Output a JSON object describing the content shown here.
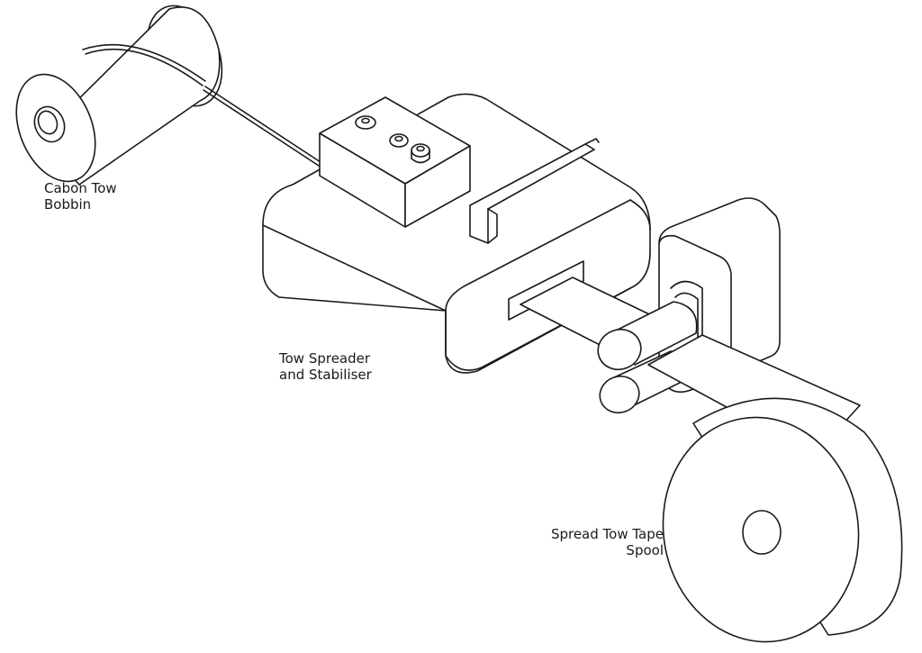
{
  "labels": {
    "bobbin": {
      "line1": "Cabon Tow",
      "line2": "Bobbin"
    },
    "spreader": {
      "line1": "Tow Spreader",
      "line2": "and Stabiliser"
    },
    "spool": {
      "line1": "Spread Tow Tape",
      "line2": "Spool"
    }
  },
  "colors": {
    "stroke": "#1a1a1a",
    "background": "#ffffff"
  }
}
